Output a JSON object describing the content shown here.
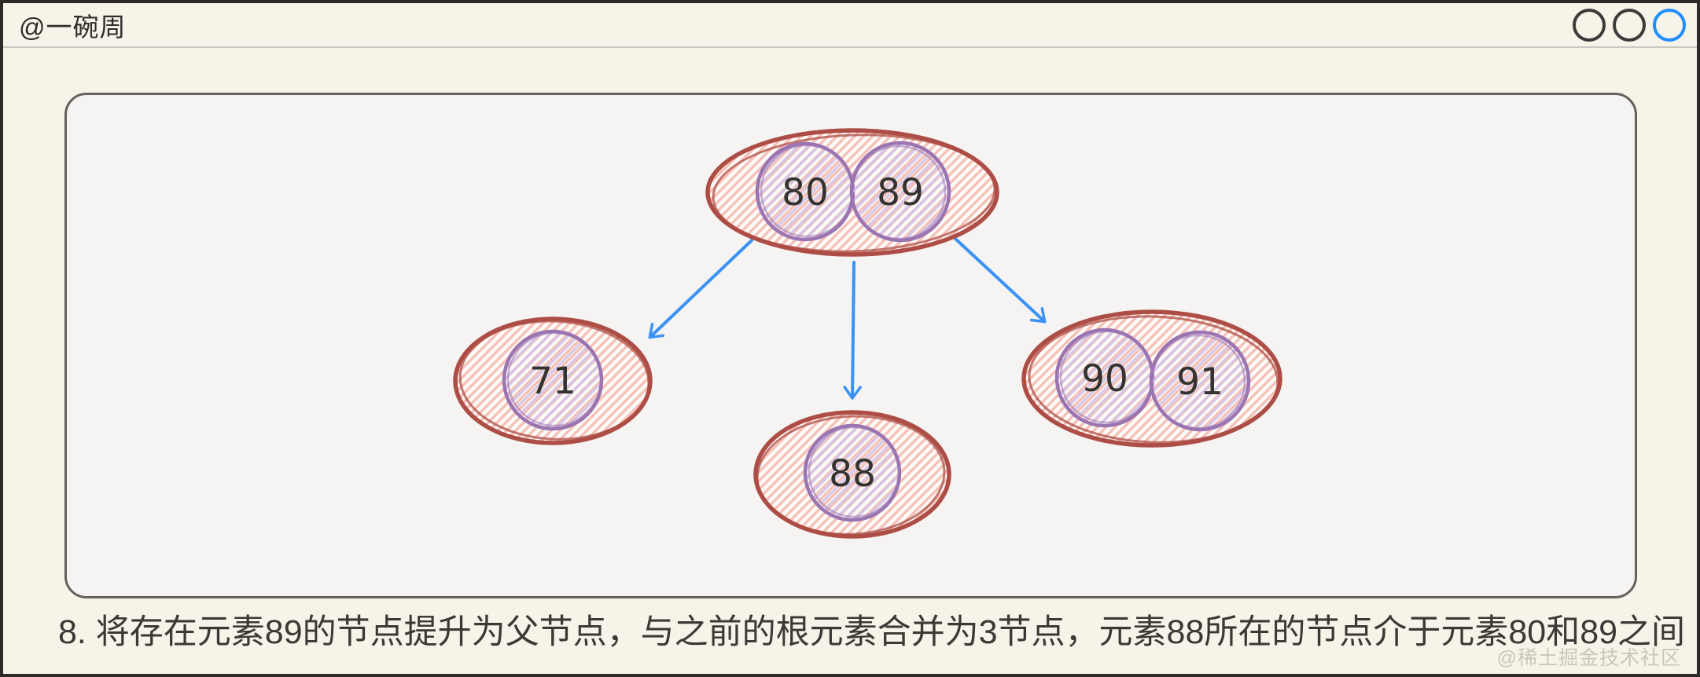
{
  "window": {
    "title": "@一碗周",
    "buttons": [
      {
        "name": "window-button-1",
        "color": "#3b3b3b"
      },
      {
        "name": "window-button-2",
        "color": "#3b3b3b"
      },
      {
        "name": "window-button-3",
        "color": "#1f8eff"
      }
    ]
  },
  "diagram": {
    "type": "2-3-tree-step",
    "root_node": {
      "keys": [
        "80",
        "89"
      ]
    },
    "child_nodes": [
      {
        "keys": [
          "71"
        ]
      },
      {
        "keys": [
          "88"
        ]
      },
      {
        "keys": [
          "90",
          "91"
        ]
      }
    ],
    "colors": {
      "node_outline": "#ad4e46",
      "node_hatch": "#f6c1b7",
      "key_outline": "#9b74b2",
      "key_hatch": "#d4c5e8",
      "arrow": "#3b92f6"
    }
  },
  "caption": "8. 将存在元素89的节点提升为父节点，与之前的根元素合并为3节点，元素88所在的节点介于元素80和89之间",
  "watermark": "@稀土掘金技术社区"
}
